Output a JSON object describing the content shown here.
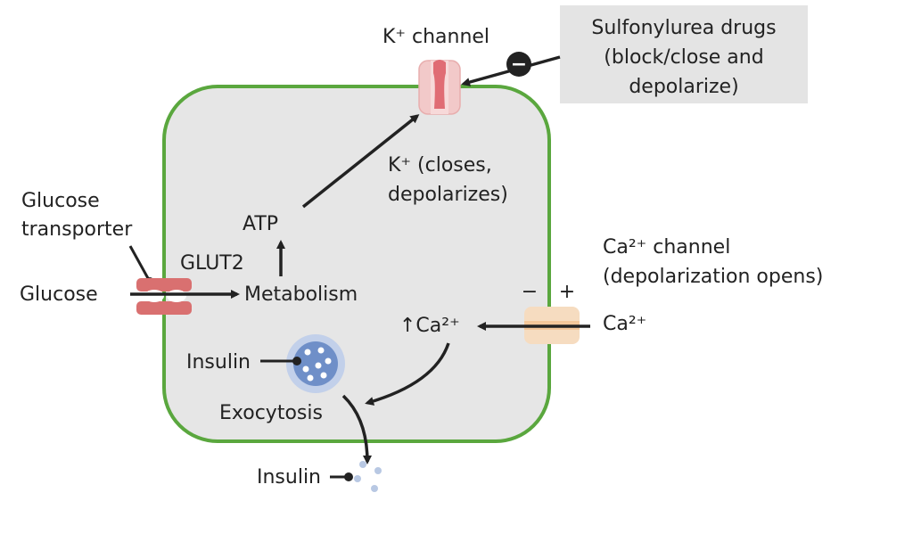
{
  "colors": {
    "cell_fill": "#e6e6e6",
    "cell_border": "#5aa73e",
    "arrow": "#222222",
    "note_box": "#e4e4e4",
    "k_channel": "#f2c9c9",
    "k_channel_core": "#e06c74",
    "glut2": "#d97070",
    "ca_channel": "#f6dcc0",
    "vesicle": "#6f8fc8",
    "insulin_dot": "#b8c8e3"
  },
  "labels": {
    "k_channel": "K⁺ channel",
    "sulfonylurea": [
      "Sulfonylurea drugs",
      "(block/close and",
      "depolarize)"
    ],
    "inhibit_symbol": "−",
    "k_closes": [
      "K⁺ (closes,",
      "depolarizes)"
    ],
    "glucose_transporter": [
      "Glucose",
      "transporter"
    ],
    "atp": "ATP",
    "glut2": "GLUT2",
    "glucose": "Glucose",
    "metabolism": "Metabolism",
    "ca_channel": [
      "Ca²⁺ channel",
      "(depolarization opens)"
    ],
    "minus": "−",
    "plus": "+",
    "ca_increase": "↑Ca²⁺",
    "ca_outside": "Ca²⁺",
    "insulin_vesicle": "Insulin",
    "exocytosis": "Exocytosis",
    "insulin_released": "Insulin"
  }
}
